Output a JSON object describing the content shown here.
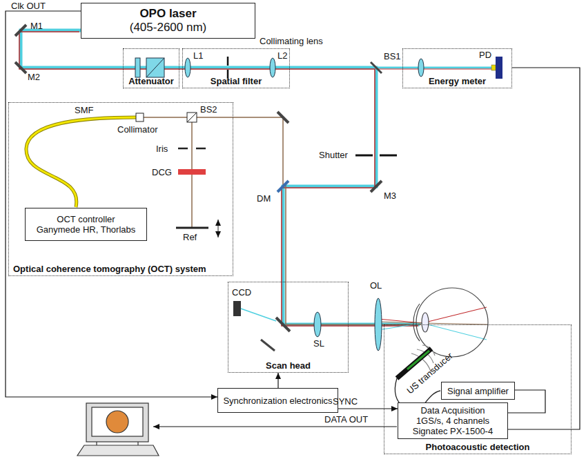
{
  "diagram": {
    "nodes": [
      {
        "text": [
          "OPO laser",
          "(405-2600 nm)"
        ]
      },
      {
        "text": [
          "Attenuator"
        ]
      },
      {
        "text": [
          "Spatial filter"
        ]
      },
      {
        "text": [
          "Energy meter"
        ]
      },
      {
        "text": [
          "Optical coherence tomography (OCT) system"
        ]
      },
      {
        "text": [
          "OCT controller",
          "Ganymede HR, Thorlabs"
        ],
        "in": 4
      },
      {
        "text": [
          "Scan head"
        ]
      },
      {
        "text": [
          "Photoacoustic detection"
        ]
      },
      {
        "text": [
          "Signal amplifier"
        ],
        "in": 7
      },
      {
        "text": [
          "Data Acquisition",
          "1GS/s, 4 channels",
          "Signatec PX-1500-4"
        ],
        "in": 7
      },
      {
        "text": [
          "Synchronization electronics"
        ]
      }
    ],
    "edges": [
      {
        "from": 0,
        "to": 10,
        "arrow": "to"
      },
      {
        "from": 10,
        "to": 6,
        "arrow": "to"
      },
      {
        "from": 10,
        "to": 9,
        "arrow": "to"
      },
      {
        "from": 8,
        "to": 9,
        "arrow": "none"
      },
      {
        "from": 3,
        "to": 9,
        "arrow": "none"
      }
    ],
    "labels": [
      "Clk OUT",
      "M1",
      "M2",
      "L1",
      "Collimating lens",
      "L2",
      "BS1",
      "PD",
      "Shutter",
      "M3",
      "SMF",
      "Collimator",
      "BS2",
      "Iris",
      "DCG",
      "Ref",
      "DM",
      "CCD",
      "SL",
      "OL",
      "US transducer",
      "SYNC",
      "DATA OUT"
    ]
  }
}
